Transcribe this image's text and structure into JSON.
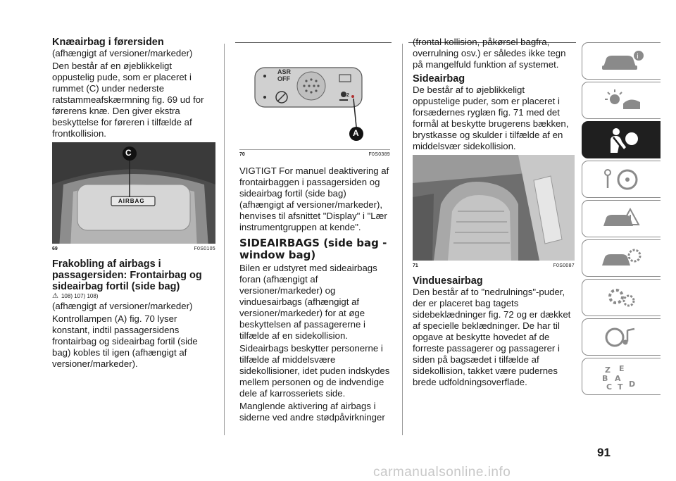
{
  "col1": {
    "heading1": "Knæairbag i førersiden",
    "p1": "(afhængigt af versioner/markeder)",
    "p2": "Den består af en øjeblikkeligt oppustelig pude, som er placeret i rummet (C) under nederste ratstammeafskærmning fig. 69 ud for førerens knæ. Den giver ekstra beskyttelse for føreren i tilfælde af frontkollision.",
    "fig69": {
      "number": "69",
      "code": "F0S0105",
      "label_c": "C",
      "airbag_text": "AIRBAG"
    },
    "heading2": "Frakobling af airbags i passagersiden: Frontairbag og sideairbag fortil (side bag)",
    "refs": "108) 107) 108)",
    "p3": "(afhængigt af versioner/markeder)",
    "p4": "Kontrollampen (A) fig. 70 lyser konstant, indtil passagersidens frontairbag og sideairbag fortil (side bag) kobles til igen (afhængigt af versioner/markeder)."
  },
  "col2": {
    "fig70": {
      "number": "70",
      "code": "F0S0389",
      "asr_line1": "ASR",
      "asr_line2": "OFF",
      "label_a": "A",
      "label_2": "2"
    },
    "p1": "VIGTIGT For manuel deaktivering af frontairbaggen i passagersiden og sideairbag fortil (side bag) (afhængigt af versioner/markeder), henvises til afsnittet \"Display\" i \"Lær instrumentgruppen at kende\".",
    "heading": "SIDEAIRBAGS (side bag - window bag)",
    "p2": "Bilen er udstyret med sideairbags foran (afhængigt af versioner/markeder) og vinduesairbags (afhængigt af versioner/markeder) for at øge beskyttelsen af passagererne i tilfælde af en sidekollision.",
    "p3": "Sideairbags beskytter personerne i tilfælde af middelsvære sidekollisioner, idet puden indskydes mellem personen og de indvendige dele af karrosseriets side.",
    "p4": "Manglende aktivering af airbags i siderne ved andre stødpåvirkninger"
  },
  "col3": {
    "p1": "(frontal kollision, påkørsel bagfra, overrulning osv.) er således ikke tegn på mangelfuld funktion af systemet.",
    "heading1": "Sideairbag",
    "p2": "De består af to øjeblikkeligt oppustelige puder, som er placeret i forsædernes ryglæn fig. 71 med det formål at beskytte brugerens bækken, brystkasse og skulder i tilfælde af en middelsvær sidekollision.",
    "fig71": {
      "number": "71",
      "code": "F0S0087"
    },
    "heading2": "Vinduesairbag",
    "p3": "Den består af to \"nedrulnings\"-puder, der er placeret bag tagets sidebeklædninger fig. 72 og er dækket af specielle beklædninger. De har til opgave at beskytte hovedet af de forreste passagerer og passagerer i siden på bagsædet i tilfælde af sidekollision, takket være pudernes brede udfoldningsoverflade."
  },
  "nav": [
    {
      "icon": "car-warning-icon",
      "active": false
    },
    {
      "icon": "lights-icon",
      "active": false
    },
    {
      "icon": "seat-airbag-icon",
      "active": true
    },
    {
      "icon": "key-steering-icon",
      "active": false
    },
    {
      "icon": "breakdown-icon",
      "active": false
    },
    {
      "icon": "maintenance-icon",
      "active": false
    },
    {
      "icon": "technical-data-icon",
      "active": false
    },
    {
      "icon": "multimedia-icon",
      "active": false
    },
    {
      "icon": "index-icon",
      "active": false
    }
  ],
  "page_number": "91",
  "watermark": "carmanualsonline.info"
}
